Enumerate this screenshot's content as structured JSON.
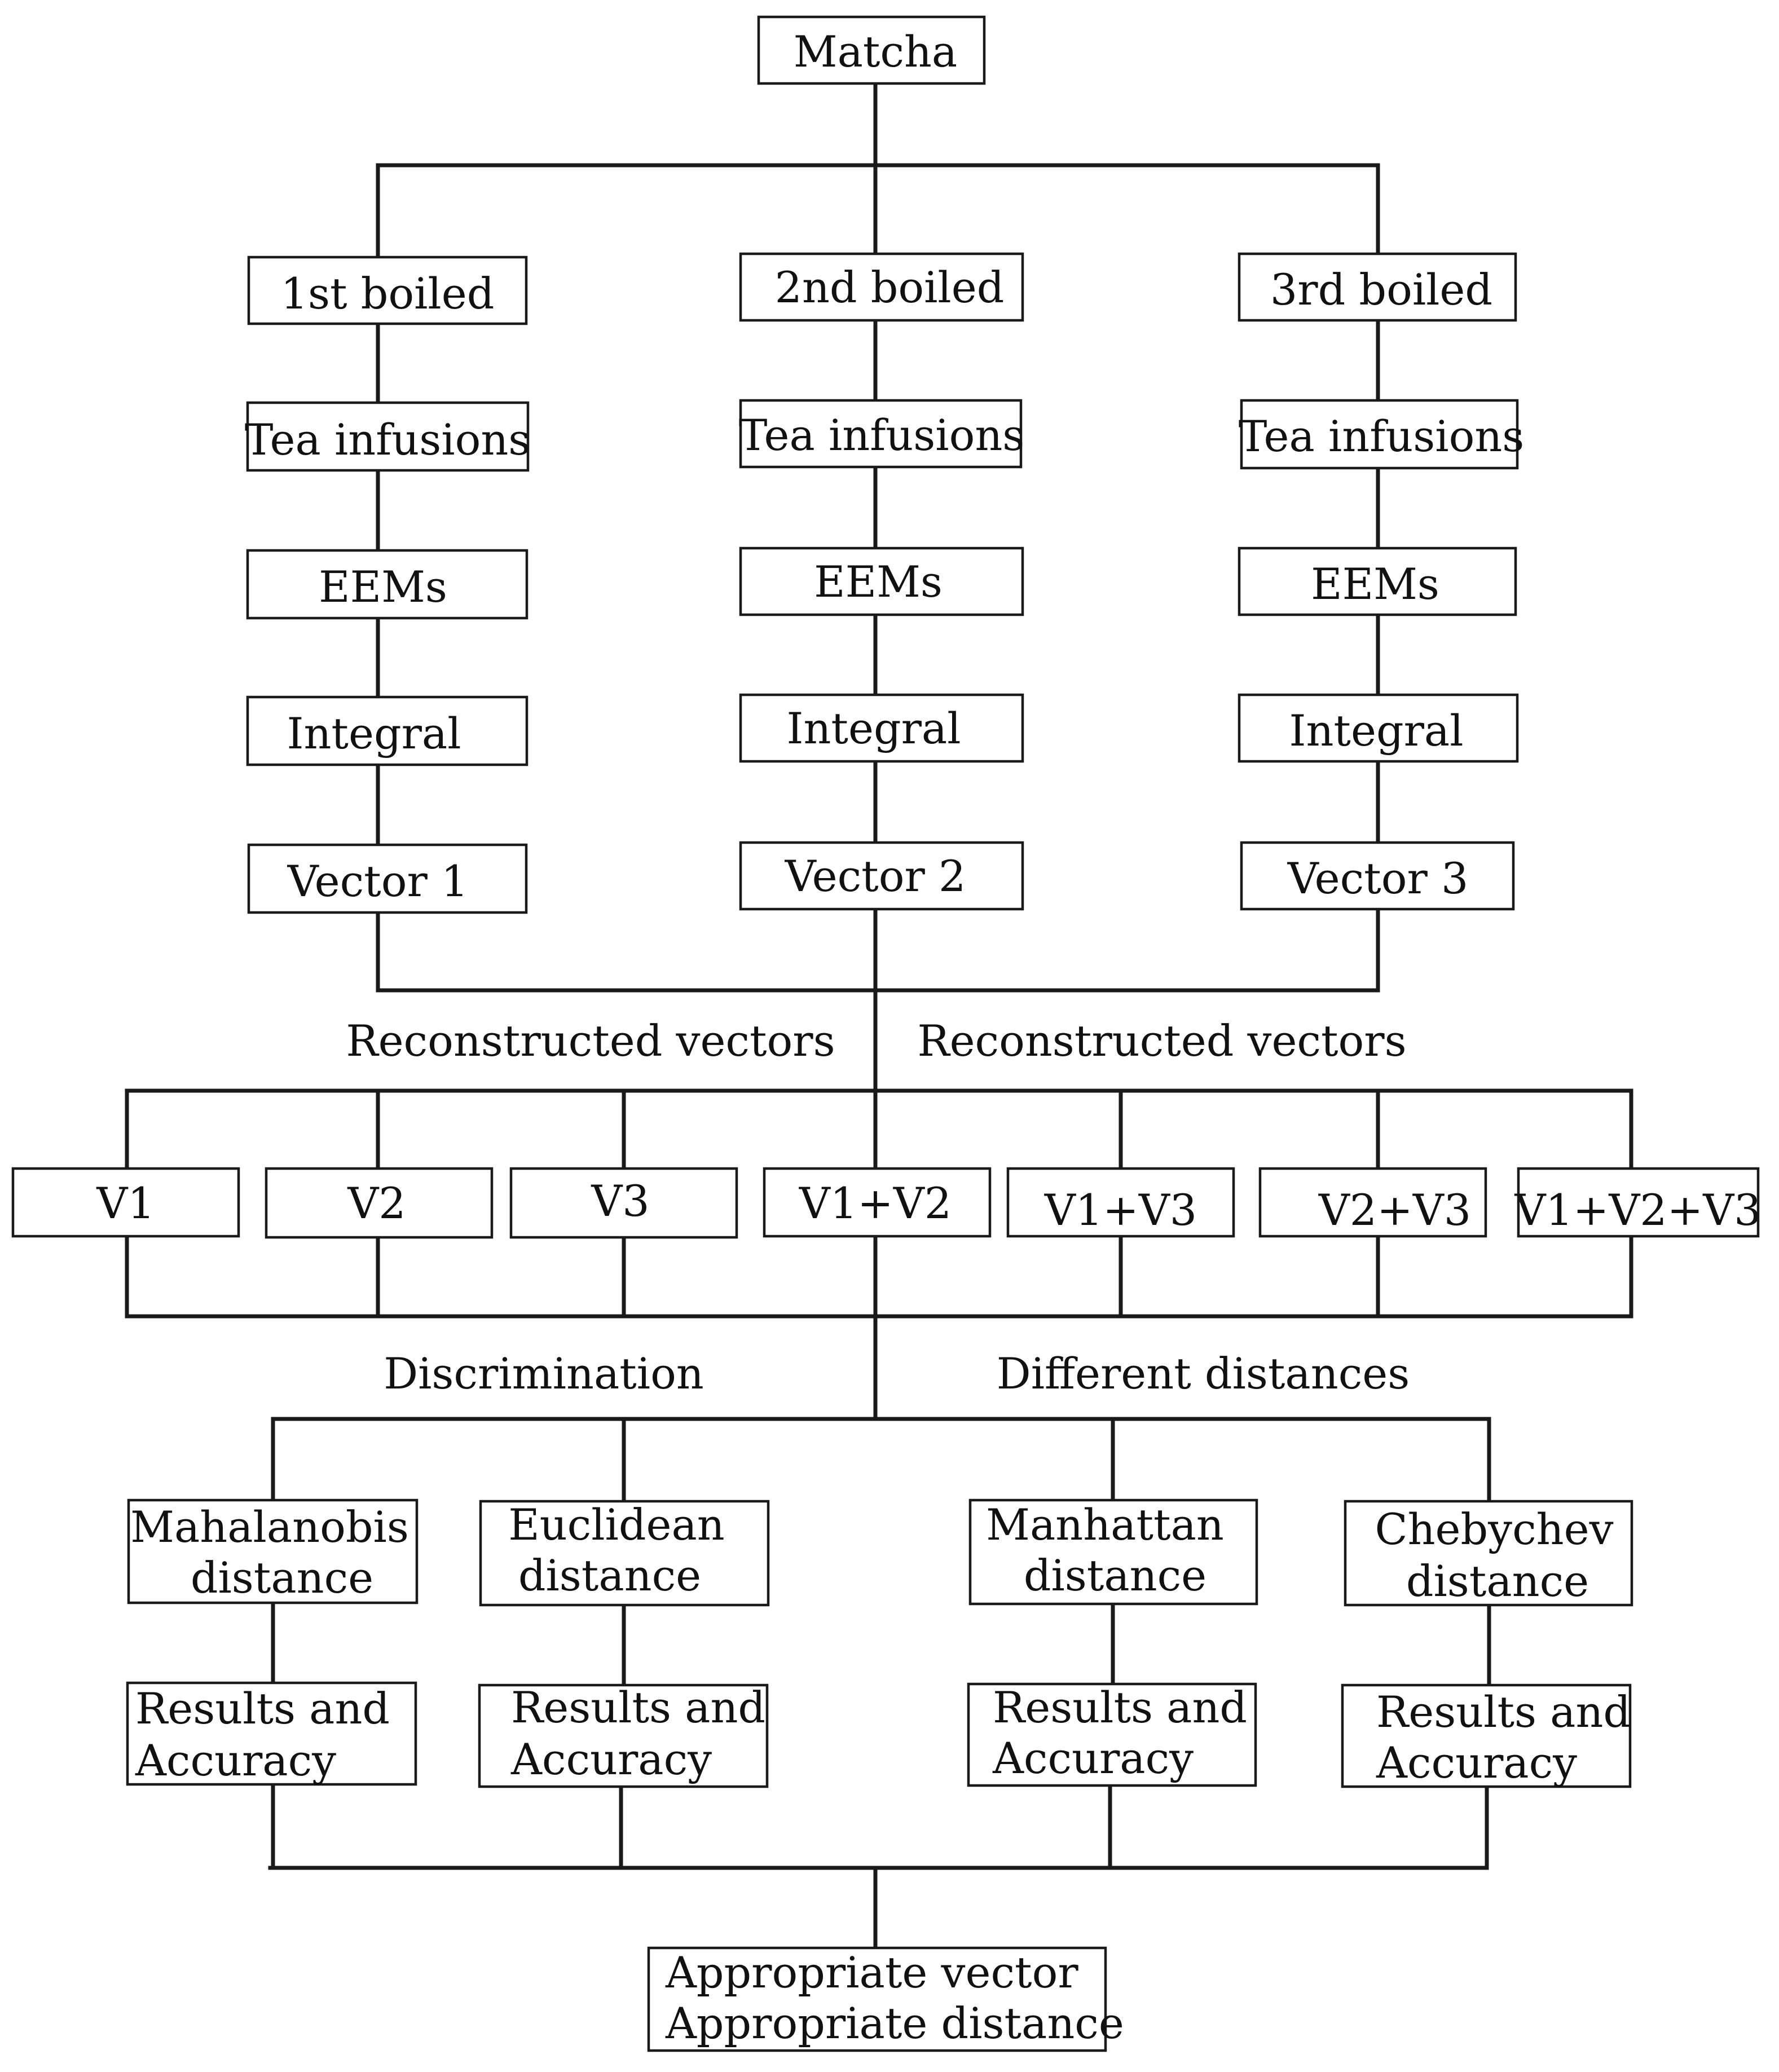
{
  "matcha": "Matcha",
  "branches": [
    {
      "boiled": "1st boiled",
      "infusion": "Tea infusions",
      "eems": "EEMs",
      "integral": "Integral",
      "vector": "Vector 1"
    },
    {
      "boiled": "2nd boiled",
      "infusion": "Tea infusions",
      "eems": "EEMs",
      "integral": "Integral",
      "vector": "Vector 2"
    },
    {
      "boiled": "3rd boiled",
      "infusion": "Tea infusions",
      "eems": "EEMs",
      "integral": "Integral",
      "vector": "Vector 3"
    }
  ],
  "reconstructed_left": "Reconstructed vectors",
  "reconstructed_right": "Reconstructed vectors",
  "combos": [
    "V1",
    "V2",
    "V3",
    "V1+V2",
    "V1+V3",
    "V2+V3",
    "V1+V2+V3"
  ],
  "discrimination": "Discrimination",
  "different_distances": "Different distances",
  "distances": [
    {
      "line1": "Mahalanobis",
      "line2": "distance"
    },
    {
      "line1": "Euclidean",
      "line2": "distance"
    },
    {
      "line1": "Manhattan",
      "line2": "distance"
    },
    {
      "line1": "Chebychev",
      "line2": "distance"
    }
  ],
  "results": [
    {
      "line1": "Results and",
      "line2": "Accuracy"
    },
    {
      "line1": "Results and",
      "line2": "Accuracy"
    },
    {
      "line1": "Results and",
      "line2": "Accuracy"
    },
    {
      "line1": "Results and",
      "line2": "Accuracy"
    }
  ],
  "final": {
    "line1": "Appropriate vector",
    "line2": "Appropriate distance"
  }
}
